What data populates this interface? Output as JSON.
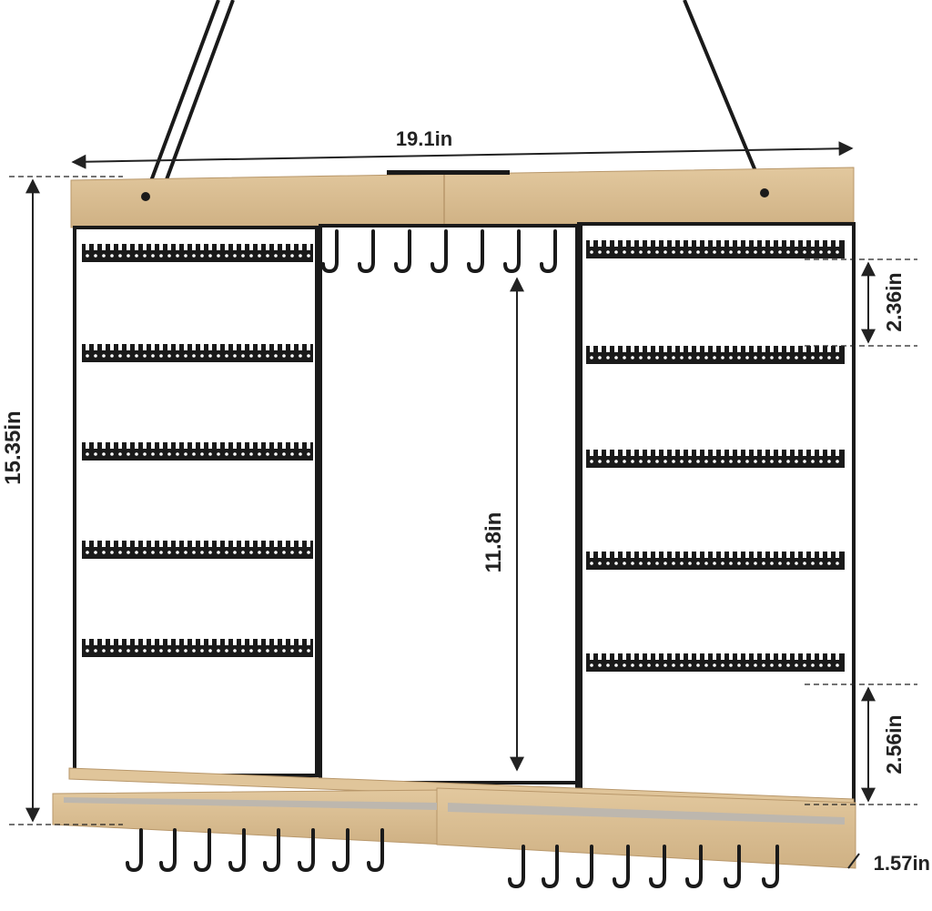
{
  "dimensions": {
    "total_width": "19.1in",
    "total_height": "15.35in",
    "inner_height": "11.8in",
    "row_spacing": "2.36in",
    "bottom_gap": "2.56in",
    "shelf_depth": "1.57in"
  },
  "colors": {
    "wood": "#d8bc8e",
    "wood_dark": "#c4a574",
    "metal": "#1a1a1a",
    "felt": "#bdb7ae",
    "dim_line": "#222222"
  }
}
